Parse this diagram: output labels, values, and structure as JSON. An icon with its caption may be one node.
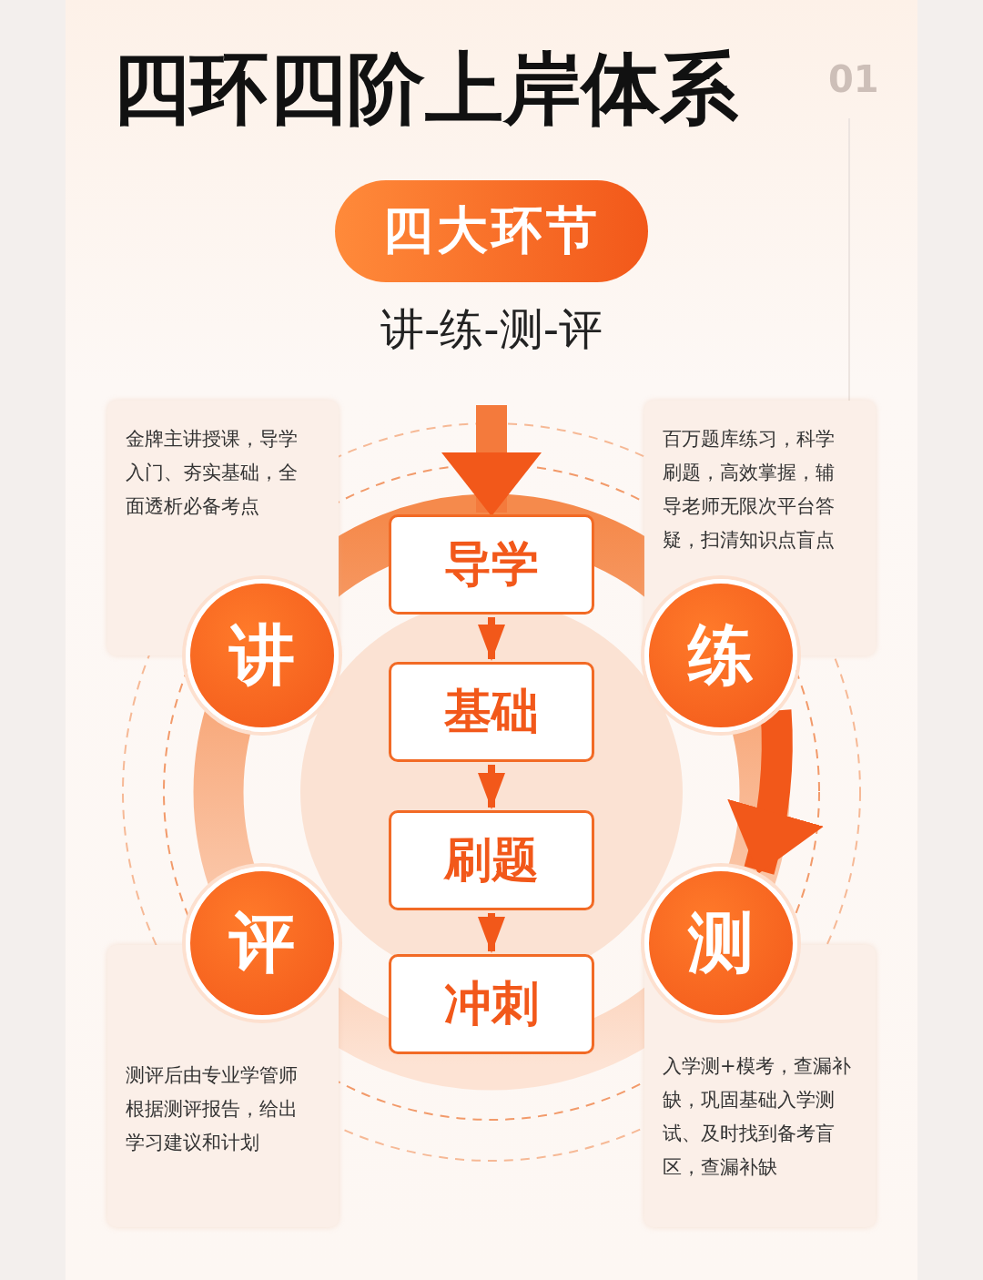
{
  "diagram": {
    "title": "四环四阶上岸体系",
    "nodes": [
      {
        "text": [
          "四大环节"
        ]
      },
      {
        "text": [
          "讲"
        ]
      },
      {
        "text": [
          "练"
        ]
      },
      {
        "text": [
          "测"
        ]
      },
      {
        "text": [
          "评"
        ]
      },
      {
        "text": [
          "金牌主讲授课，导学入门、夯实基础，全面透析必备考点"
        ]
      },
      {
        "text": [
          "百万题库练习，科学刷题，高效掌握，辅导老师无限次平台答疑，扫清知识点盲点"
        ]
      },
      {
        "text": [
          "入学测+模考，查漏补缺，巩固基础入学测试、及时找到备考盲区，查漏补缺"
        ]
      },
      {
        "text": [
          "测评后由专业学管师根据测评报告，给出学习建议和计划"
        ]
      },
      {
        "text": [
          "导学"
        ]
      },
      {
        "text": [
          "基础"
        ]
      },
      {
        "text": [
          "刷题"
        ]
      },
      {
        "text": [
          "冲刺"
        ]
      }
    ],
    "edges": [
      {
        "from": null,
        "to": 9,
        "arrow": "to",
        "style": "thick"
      },
      {
        "from": 9,
        "to": 10,
        "arrow": "to"
      },
      {
        "from": 10,
        "to": 11,
        "arrow": "to"
      },
      {
        "from": 11,
        "to": 12,
        "arrow": "to"
      },
      {
        "from": 2,
        "to": 3,
        "arrow": "to",
        "style": "thick"
      }
    ],
    "labels": [
      "01",
      "讲-练-测-评"
    ]
  }
}
